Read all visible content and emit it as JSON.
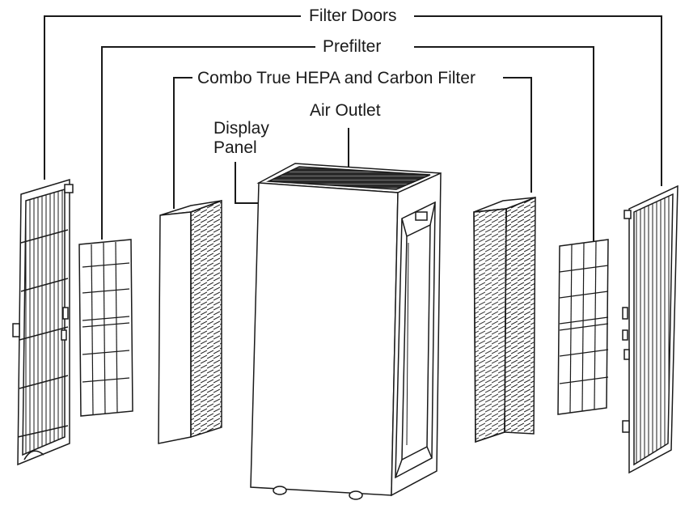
{
  "labels": {
    "filter_doors": "Filter Doors",
    "prefilter": "Prefilter",
    "combo_filter": "Combo True HEPA and Carbon Filter",
    "air_outlet": "Air Outlet",
    "display_panel_line1": "Display",
    "display_panel_line2": "Panel"
  },
  "colors": {
    "line": "#1a1a1a",
    "body_fill": "#ffffff",
    "outlet_grille": "#2a2a2a"
  },
  "parts": [
    "filter-door-left",
    "prefilter-left",
    "combo-filter-left",
    "purifier-unit",
    "combo-filter-right",
    "prefilter-right",
    "filter-door-right"
  ]
}
